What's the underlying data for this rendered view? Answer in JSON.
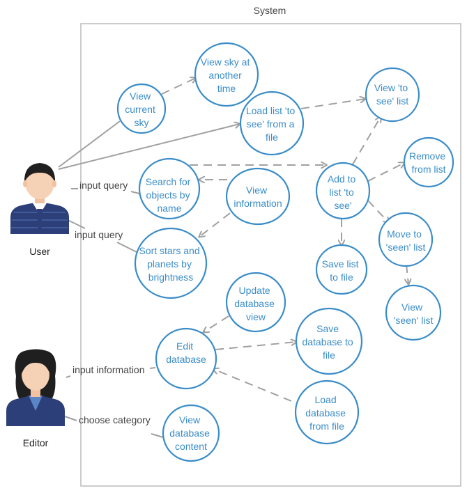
{
  "system": {
    "title": "System"
  },
  "actors": {
    "user": {
      "name": "User"
    },
    "editor": {
      "name": "Editor"
    }
  },
  "use_cases": {
    "view_current_sky": [
      "View",
      "current",
      "sky"
    ],
    "view_sky_another_time": [
      "View sky at",
      "another",
      "time"
    ],
    "load_to_see_list": [
      "Load list 'to",
      "see' from a",
      "file"
    ],
    "view_to_see_list": [
      "View 'to",
      "see' list"
    ],
    "remove_from_list": [
      "Remove",
      "from list"
    ],
    "search_objects": [
      "Search for",
      "objects by",
      "name"
    ],
    "view_information": [
      "View",
      "information"
    ],
    "add_to_see_list": [
      "Add to",
      "list 'to",
      "see'"
    ],
    "sort_by_brightness": [
      "Sort stars and",
      "planets by",
      "brightness"
    ],
    "save_list_to_file": [
      "Save list",
      "to file"
    ],
    "move_to_seen_list": [
      "Move to",
      "'seen' list"
    ],
    "view_seen_list": [
      "View",
      "'seen' list"
    ],
    "update_database_view": [
      "Update",
      "database",
      "view"
    ],
    "edit_database": [
      "Edit",
      "database"
    ],
    "save_database_to_file": [
      "Save",
      "database to",
      "file"
    ],
    "load_database_from_file": [
      "Load",
      "database",
      "from file"
    ],
    "view_database_content": [
      "View",
      "database",
      "content"
    ]
  },
  "connector_labels": {
    "user_search": "input query",
    "user_sort": "input query",
    "editor_edit": "input information",
    "editor_view_content": "choose category"
  },
  "colors": {
    "use_case_stroke": "#3a8cc8",
    "use_case_text": "#3a8cc8",
    "connector": "#a0a0a0",
    "system_border": "#bbbbbb",
    "actor_suit": "#2c3f78",
    "actor_skin": "#f5d1b5",
    "actor_hair": "#1f1f1f"
  }
}
